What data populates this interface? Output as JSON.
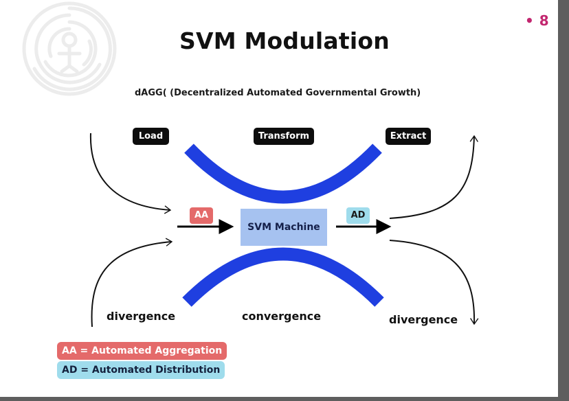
{
  "page_number": "8",
  "title": "SVM Modulation",
  "subtitle": "dAGG( (Decentralized Automated Governmental Growth)",
  "stages": {
    "load": "Load",
    "transform": "Transform",
    "extract": "Extract"
  },
  "tags": {
    "aa": "AA",
    "ad": "AD"
  },
  "machine_label": "SVM Machine",
  "phases": {
    "divergence_left": "divergence",
    "convergence": "convergence",
    "divergence_right": "divergence"
  },
  "legend": {
    "aa": "AA = Automated Aggregation",
    "ad": "AD = Automated Distribution"
  },
  "colors": {
    "arc_blue": "#1f3fe0",
    "aa_red": "#e46a6a",
    "ad_cyan": "#9fdcec",
    "machine_box": "#a6c2f0",
    "page_number_magenta": "#c2266f"
  }
}
